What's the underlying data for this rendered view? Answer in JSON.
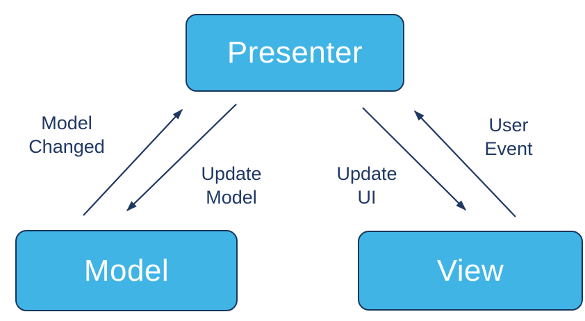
{
  "nodes": [
    {
      "id": "presenter",
      "label": "Presenter"
    },
    {
      "id": "model",
      "label": "Model"
    },
    {
      "id": "view",
      "label": "View"
    }
  ],
  "edges": [
    {
      "id": "model-changed",
      "from": "Model",
      "to": "Presenter",
      "label": "Model\nChanged"
    },
    {
      "id": "update-model",
      "from": "Presenter",
      "to": "Model",
      "label": "Update\nModel"
    },
    {
      "id": "update-ui",
      "from": "Presenter",
      "to": "View",
      "label": "Update\nUI"
    },
    {
      "id": "user-event",
      "from": "View",
      "to": "Presenter",
      "label": "User\nEvent"
    }
  ],
  "colors": {
    "node-fill": "#41b4e6",
    "node-border": "#17365d",
    "node-text": "#ffffff",
    "arrow": "#1f3864",
    "label": "#1f3864",
    "background": "#ffffff"
  }
}
